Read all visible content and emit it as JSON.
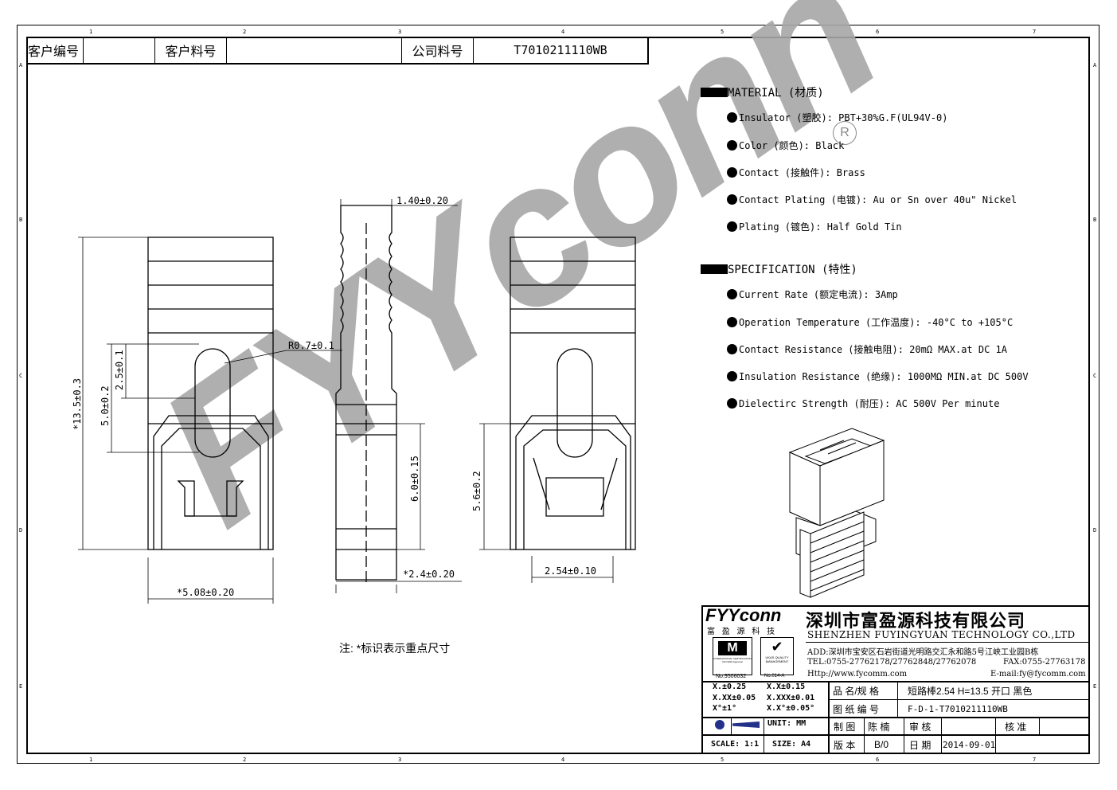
{
  "header": {
    "customer_no_label": "客户编号",
    "customer_part_label": "客户料号",
    "company_part_label": "公司料号",
    "company_part_value": "T7010211110WB"
  },
  "border": {
    "columns": [
      "1",
      "2",
      "3",
      "4",
      "5",
      "6",
      "7"
    ],
    "rows": [
      "A",
      "B",
      "C",
      "D",
      "E"
    ]
  },
  "material": {
    "title": "MATERIAL (材质)",
    "items": [
      "Insulator (塑胶): PBT+30%G.F(UL94V-0)",
      "Color (颜色): Black",
      "Contact (接触件): Brass",
      "Contact Plating (电镀): Au or Sn  over 40u\" Nickel",
      "Plating (镀色): Half Gold Tin"
    ]
  },
  "specification": {
    "title": "SPECIFICATION (特性)",
    "items": [
      "Current Rate (额定电流):  3Amp",
      "Operation Temperature (工作温度): -40°C to +105°C",
      "Contact Resistance (接触电阻): 20mΩ  MAX.at DC 1A",
      "Insulation Resistance (绝缘): 1000MΩ  MIN.at DC 500V",
      "Dielectirc Strength (耐压): AC 500V Per minute"
    ]
  },
  "dimensions": {
    "d_1_40": "1.40±0.20",
    "d_r07": "R0.7±0.1",
    "d_13_5": "*13.5±0.3",
    "d_5_0": "5.0±0.2",
    "d_2_5": "2.5±0.1",
    "d_6_0": "6.0±0.15",
    "d_5_6": "5.6±0.2",
    "d_2_4": "*2.4±0.20",
    "d_5_08": "*5.08±0.20",
    "d_2_54": "2.54±0.10"
  },
  "note": "注: *标识表示重点尺寸",
  "watermark": "FYYconn",
  "registered_mark": "R",
  "title_block": {
    "logo": "FYYconn",
    "logo_cn": "富 盈 源 科 技",
    "company_cn": "深圳市富盈源科技有限公司",
    "company_en": "SHENZHEN FUYINGYUAN TECHNOLOGY CO.,LTD",
    "address": "ADD:深圳市宝安区石岩街道光明路交汇永和路5号江峡工业园B栋",
    "tel": "TEL:0755-27762178/27762848/27762078",
    "fax": "FAX:0755-27763178",
    "web": "Http://www.fycomm.com",
    "email": "E-mail:fy@fycomm.com",
    "cert_left": "INTERNATIONAL CERTIFICATION ISO 9001 Approval",
    "cert_left_no": "No.9506032",
    "cert_right": "UKAS QUALITY MANAGEMENT",
    "cert_right_no": "No.014-A",
    "tol_1": "X.±0.25",
    "tol_2": "X.X±0.15",
    "tol_3": "X.XX±0.05",
    "tol_4": "X.XXX±0.01",
    "tol_5": "X°±1°",
    "tol_6": "X.X°±0.05°",
    "unit": "UNIT: MM",
    "scale": "SCALE: 1:1",
    "size": "SIZE: A4",
    "name_label": "品 名/规 格",
    "name_value": "短路棒2.54  H=13.5  开口  黑色",
    "drawing_no_label": "图 纸 编 号",
    "drawing_no_value": "F-D-1-T7010211110WB",
    "drawn_label": "制 图",
    "drawn_value": "陈 楠",
    "check_label": "审 核",
    "approve_label": "核 准",
    "version_label": "版 本",
    "version_value": "B/0",
    "date_label": "日 期",
    "date_value": "2014-09-01"
  }
}
